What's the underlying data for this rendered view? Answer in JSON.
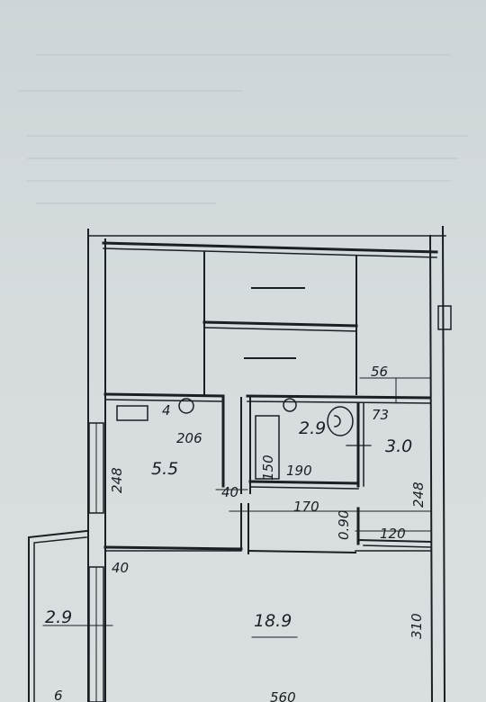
{
  "plan": {
    "rooms": {
      "bathroom_area": "5.5",
      "wc_area": "2.9",
      "corridor_area": "3.0",
      "main_room_area": "18.9",
      "balcony_area": "2.9"
    },
    "dimensions": {
      "closet_width": "56",
      "bath_width": "206",
      "bath_height": "248",
      "tub_length": "150",
      "wc_width": "190",
      "wall_40_left": "40",
      "passage_width": "170",
      "door_gap": "0.90",
      "corridor_height": "248",
      "corridor_width": "120",
      "wall_40_room": "40",
      "room_height": "310",
      "room_width": "560",
      "small_mark": "73",
      "balcony_mark": "6"
    }
  },
  "colors": {
    "ink": "#1a1f24",
    "paper": "#d6dcde"
  }
}
